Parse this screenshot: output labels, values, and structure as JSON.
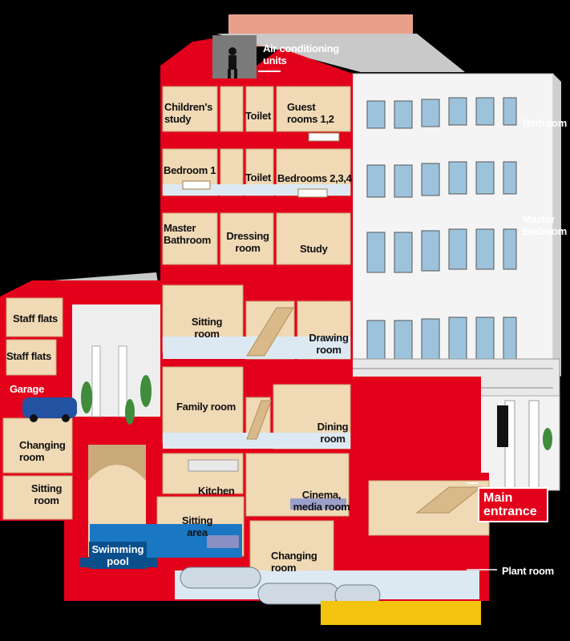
{
  "labels": {
    "air_conditioning": "Air conditioning units",
    "childrens_study": "Children's study",
    "toilet_top": "Toilet",
    "guest_rooms": "Guest rooms 1,2",
    "bedroom1": "Bedroom 1",
    "toilet_mid": "Toilet",
    "bedrooms234": "Bedrooms 2,3,4",
    "master_bathroom": "Master Bathroom",
    "dressing_room": "Dressing room",
    "study": "Study",
    "staff_flats_1": "Staff flats",
    "staff_flats_2": "Staff flats",
    "garage": "Garage",
    "sitting_room": "Sitting room",
    "drawing_room": "Drawing room",
    "family_room": "Family room",
    "dining_room": "Dining room",
    "changing_room_left": "Changing room",
    "sitting_room_left": "Sitting room",
    "kitchen": "Kitchen",
    "cinema": "Cinema, media room",
    "sitting_area": "Sitting area",
    "swimming_pool": "Swimming pool",
    "changing_room_lower": "Changing room",
    "bedroom_side": "Bedroom",
    "master_bedroom_side": "Master Bedroom",
    "main_entrance": "Main entrance",
    "plant_room": "Plant room"
  },
  "colors": {
    "structure_red": "#e3001b",
    "room_beige": "#f0d9b5",
    "facade_white": "#f4f4f4",
    "window_blue": "#9dc3dc",
    "background": "#000000",
    "pool_blue": "#1a77c4"
  }
}
